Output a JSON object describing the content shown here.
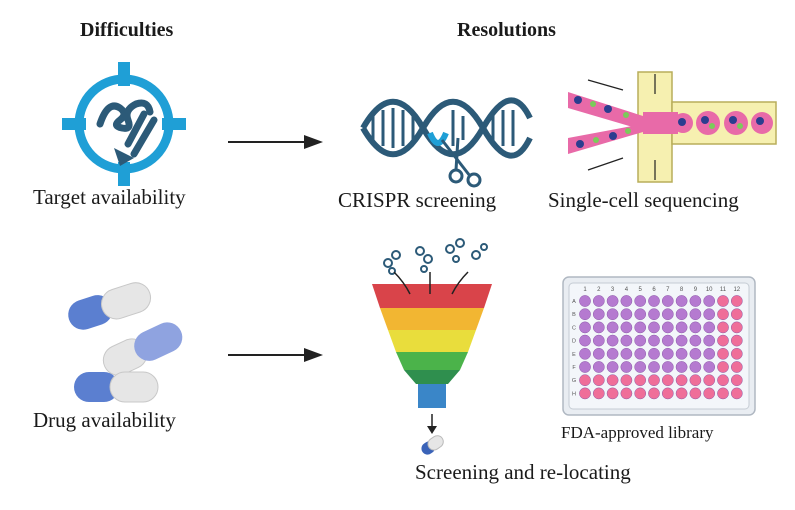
{
  "headings": {
    "difficulties": "Difficulties",
    "resolutions": "Resolutions"
  },
  "difficulties": {
    "target": "Target availability",
    "drug": "Drug availability"
  },
  "resolutions": {
    "crispr": "CRISPR screening",
    "single_cell": "Single-cell sequencing",
    "fda": "FDA-approved library",
    "screening": "Screening and re-locating"
  },
  "plate": {
    "columns": [
      "1",
      "2",
      "3",
      "4",
      "5",
      "6",
      "7",
      "8",
      "9",
      "10",
      "11",
      "12"
    ],
    "rows": [
      "A",
      "B",
      "C",
      "D",
      "E",
      "F",
      "G",
      "H"
    ]
  },
  "colors": {
    "target_blue": "#1f9fd6",
    "protein_dark": "#2c5a78",
    "funnel": [
      "#d9444a",
      "#f2b632",
      "#e9dd3c",
      "#4bb34a",
      "#2f8f4e",
      "#3a86c8"
    ],
    "well_purple": "#b57ad0",
    "well_pink": "#ef6e99"
  },
  "icons": [
    "target-icon",
    "dna-icon",
    "scissors-icon",
    "microfluidic-icon",
    "capsule-icon",
    "funnel-icon",
    "molecule-icon",
    "well-plate-icon",
    "arrow-icon"
  ]
}
